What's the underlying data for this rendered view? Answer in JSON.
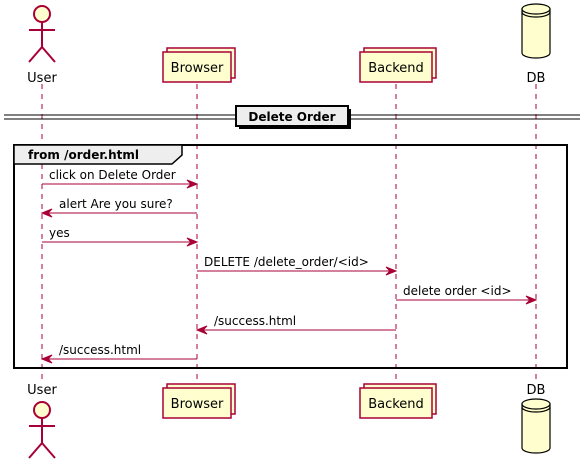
{
  "colors": {
    "participant_fill": "#FEFECE",
    "participant_border": "#A80036",
    "arrow": "#A80036",
    "lifeline": "#A80036",
    "frame_border": "#000000",
    "divider_fill": "#EEEEEE"
  },
  "participants": [
    {
      "name": "User",
      "shape": "actor"
    },
    {
      "name": "Browser",
      "shape": "box"
    },
    {
      "name": "Backend",
      "shape": "box"
    },
    {
      "name": "DB",
      "shape": "database"
    }
  ],
  "divider": {
    "label": "Delete Order"
  },
  "group": {
    "label": "from /order.html"
  },
  "messages": [
    {
      "from": 0,
      "to": 1,
      "text": "click on Delete Order"
    },
    {
      "from": 1,
      "to": 0,
      "text": "alert Are you sure?"
    },
    {
      "from": 0,
      "to": 1,
      "text": "yes"
    },
    {
      "from": 1,
      "to": 2,
      "text": "DELETE /delete_order/<id>"
    },
    {
      "from": 2,
      "to": 3,
      "text": "delete order <id>"
    },
    {
      "from": 2,
      "to": 1,
      "text": "/success.html"
    },
    {
      "from": 1,
      "to": 0,
      "text": "/success.html"
    }
  ]
}
